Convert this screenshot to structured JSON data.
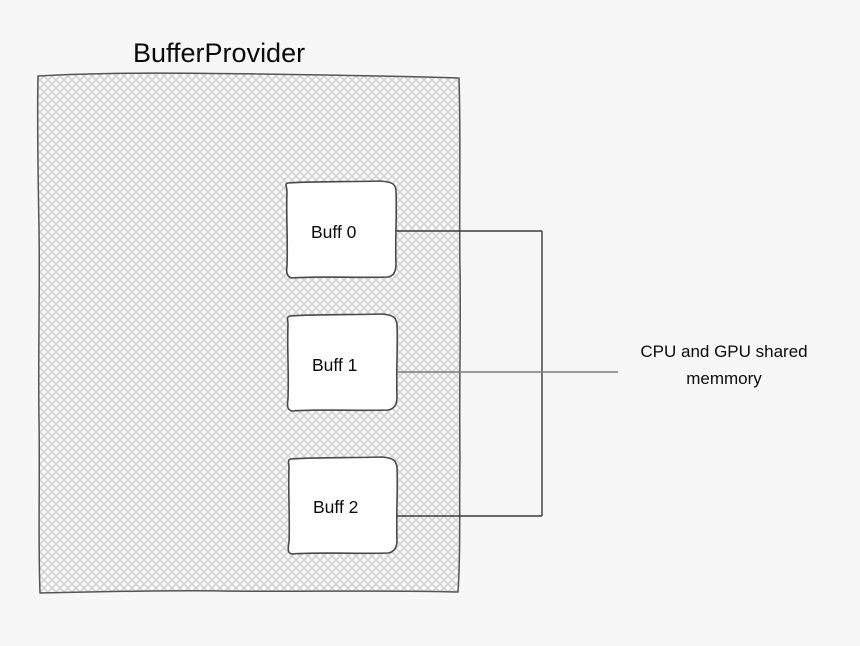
{
  "diagram": {
    "title": "BufferProvider",
    "container": {
      "name": "buffer-provider-container",
      "fill_pattern": "cross-hatch",
      "stroke_color": "#555555",
      "hatch_color": "#cccccc"
    },
    "buffers": [
      {
        "label": "Buff 0"
      },
      {
        "label": "Buff 1"
      },
      {
        "label": "Buff 2"
      }
    ],
    "annotation": {
      "line1": "CPU and GPU shared",
      "line2": "memmory"
    },
    "colors": {
      "page_background": "#f7f7f7",
      "box_fill": "#ffffff",
      "box_stroke": "#4a4a4a",
      "connector_stroke": "#555555",
      "text": "#0a0a0a"
    }
  }
}
